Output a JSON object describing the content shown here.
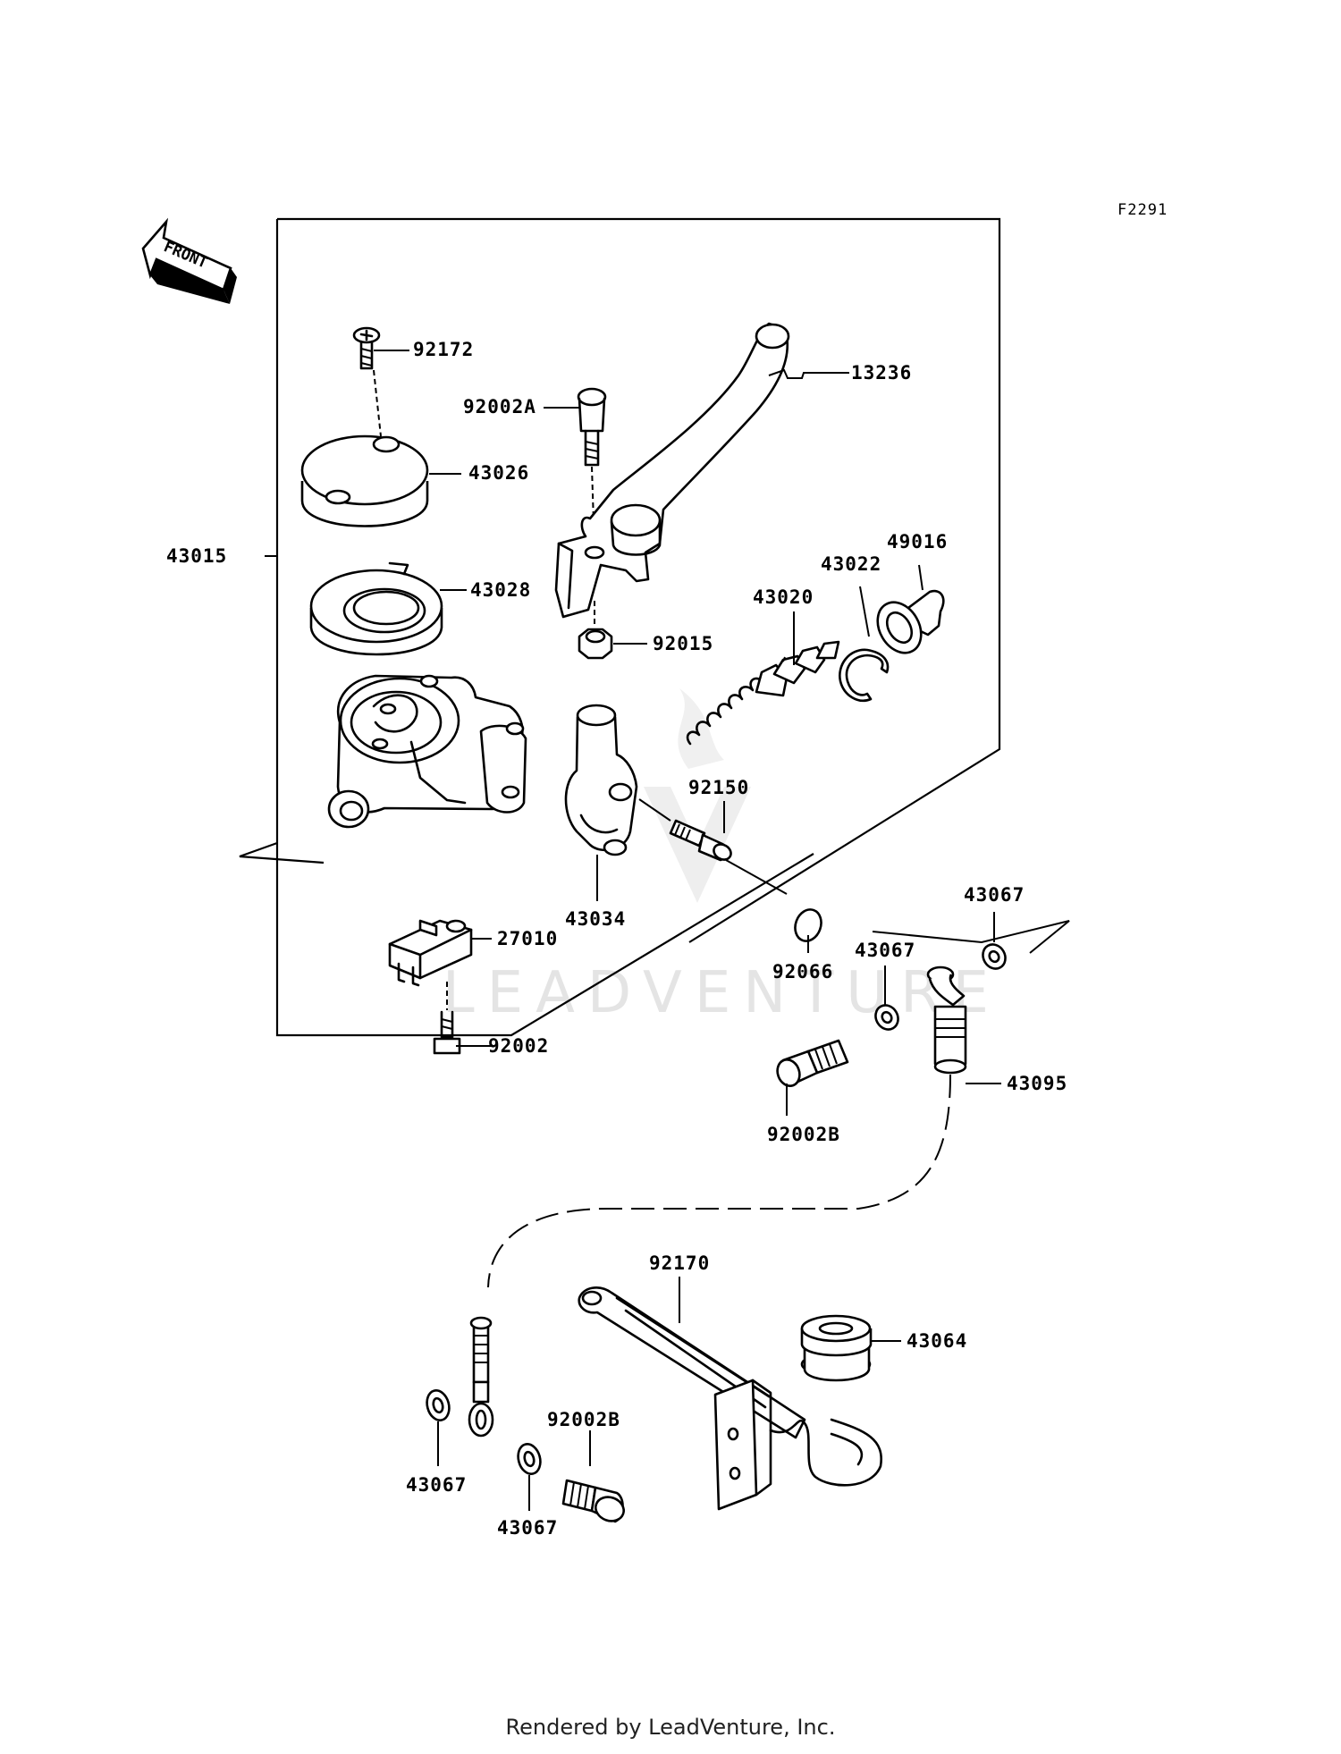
{
  "figure_code": "F2291",
  "front_arrow_label": "FRONT",
  "watermark": "LEADVENTURE",
  "footer": "Rendered by LeadVenture, Inc.",
  "parts": {
    "p92172": "92172",
    "p13236": "13236",
    "p92002A": "92002A",
    "p43026": "43026",
    "p43015": "43015",
    "p49016": "49016",
    "p43022": "43022",
    "p43028": "43028",
    "p43020": "43020",
    "p92015": "92015",
    "p92150": "92150",
    "p27010": "27010",
    "p43034": "43034",
    "p43067_a": "43067",
    "p43067_b": "43067",
    "p92002": "92002",
    "p92066": "92066",
    "p43095": "43095",
    "p92002B_a": "92002B",
    "p92170": "92170",
    "p43064": "43064",
    "p92002B_b": "92002B",
    "p43067_c": "43067",
    "p43067_d": "43067"
  }
}
